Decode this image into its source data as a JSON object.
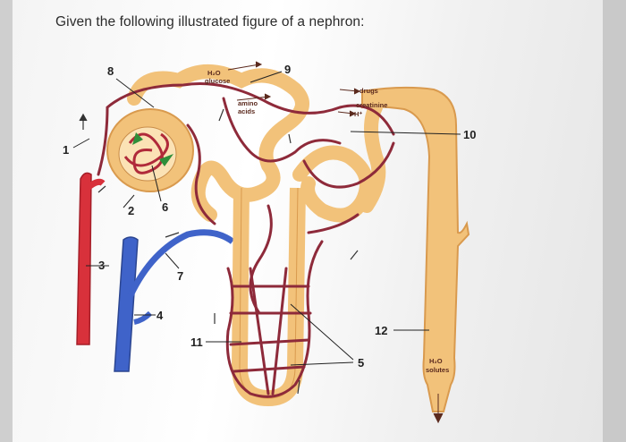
{
  "question": {
    "text": "Given the following illustrated figure of a nephron:"
  },
  "diagram": {
    "numbers": {
      "n1": "1",
      "n2": "2",
      "n3": "3",
      "n4": "4",
      "n5": "5",
      "n6": "6",
      "n7": "7",
      "n8": "8",
      "n9": "9",
      "n10": "10",
      "n11": "11",
      "n12": "12"
    },
    "labels": {
      "h2o_top": "H₂O",
      "glucose": "glucose",
      "amino": "amino",
      "acids": "acids",
      "drugs": "drugs",
      "creatinine": "creatinine",
      "h_ion": "H⁺",
      "h2o_bottom": "H₂O",
      "solutes": "solutes"
    },
    "colors": {
      "tubule": "#f2c27a",
      "tubule_dark": "#d99a4e",
      "artery": "#d8313b",
      "vein": "#3f63c9",
      "capillary": "#8e2a3a"
    }
  }
}
